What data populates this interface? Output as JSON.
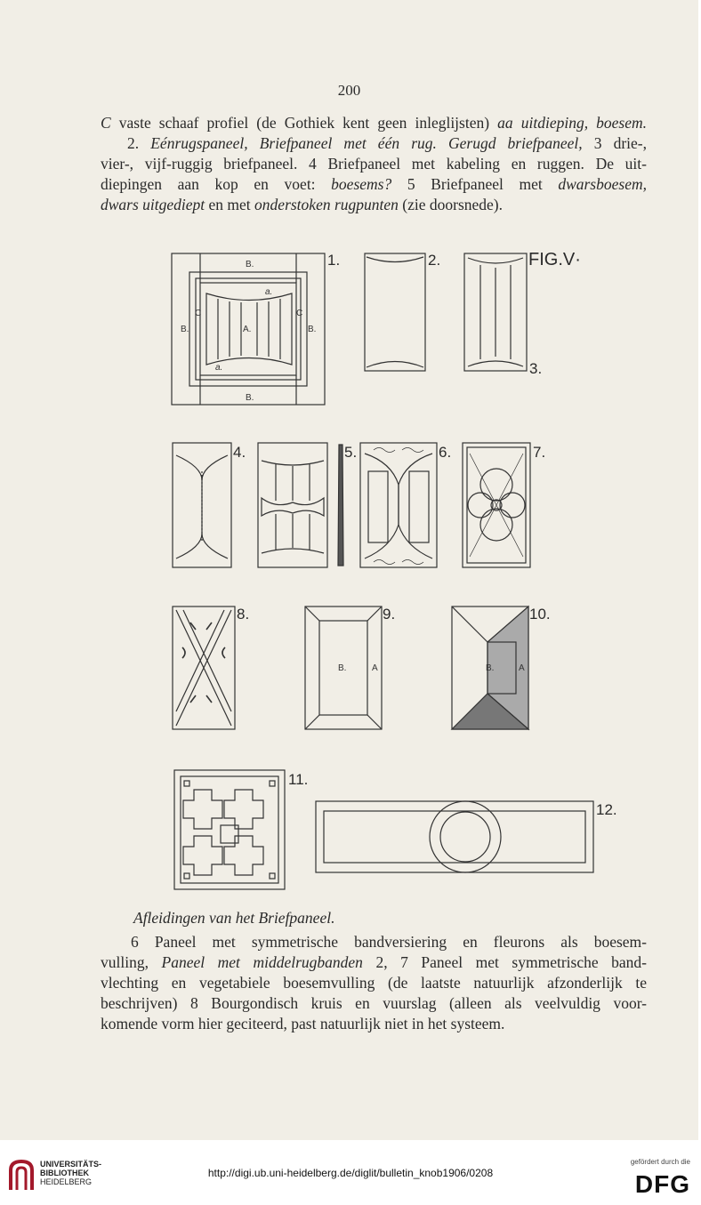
{
  "page_number": "200",
  "paragraph1": {
    "l1_a": "C",
    "l1_b": " vaste schaaf profiel (de Gothiek kent geen inleglijsten) ",
    "l1_c": "aa uitdieping, boesem.",
    "l2_a": "2. ",
    "l2_b": "Eénrugspaneel, Briefpaneel met één rug. Gerugd briefpaneel,",
    "l2_c": " 3 drie-,",
    "l3": "vier-, vijf-ruggig briefpaneel. 4 Briefpaneel met kabeling en ruggen. De uit-",
    "l4_a": "diepingen aan kop en voet: ",
    "l4_b": "boesems?",
    "l4_c": " 5 Briefpaneel met ",
    "l4_d": "dwarsboesem,",
    "l5_a": "dwars uitgediept",
    "l5_b": " en met ",
    "l5_c": "onderstoken rugpunten",
    "l5_d": " (zie doorsnede)."
  },
  "figure": {
    "fig_label": "FIG.V·",
    "numbers": [
      "1.",
      "2.",
      "3.",
      "4.",
      "5.",
      "6.",
      "7.",
      "8.",
      "9.",
      "10.",
      "11.",
      "12."
    ],
    "labels": {
      "b": "B.",
      "a": "A.",
      "c": "C",
      "alpha": "a.",
      "a2": "A"
    }
  },
  "caption": "Afleidingen van het Briefpaneel.",
  "paragraph2": {
    "l1": "6 Paneel met symmetrische bandversiering en fleurons als boesem-",
    "l2_a": "vulling, ",
    "l2_b": "Paneel met middelrugbanden",
    "l2_c": " 2, 7 Paneel met symmetrische band-",
    "l3": "vlechting en vegetabiele boesemvulling (de laatste natuurlijk afzonderlijk te",
    "l4": "beschrijven) 8 Bourgondisch kruis en vuurslag (alleen als veelvuldig voor-",
    "l5": "komende vorm hier geciteerd, past natuurlijk niet in het systeem."
  },
  "footer": {
    "library_line1": "UNIVERSITÄTS-",
    "library_line2": "BIBLIOTHEK",
    "library_line3": "HEIDELBERG",
    "url": "http://digi.ub.uni-heidelberg.de/diglit/bulletin_knob1906/0208",
    "funded_by": "gefördert durch die",
    "dfg": "DFG"
  },
  "colors": {
    "page": "#f1eee6",
    "ink": "#2a2a2a",
    "logo_red": "#a3192b"
  }
}
